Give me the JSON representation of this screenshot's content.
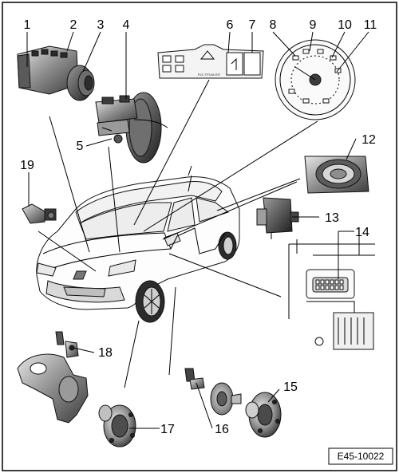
{
  "diagram": {
    "reference_code": "E45-10022",
    "callouts": [
      "1",
      "2",
      "3",
      "4",
      "5",
      "6",
      "7",
      "8",
      "9",
      "10",
      "11",
      "12",
      "13",
      "14",
      "15",
      "16",
      "17",
      "18",
      "19"
    ],
    "switch_panel_text": "P2C TP10A RIT"
  },
  "colors": {
    "line": "#000000",
    "part_dark": "#3a3a3a",
    "part_mid": "#7a7a7a",
    "part_light": "#c8c8c8",
    "background": "#ffffff"
  }
}
